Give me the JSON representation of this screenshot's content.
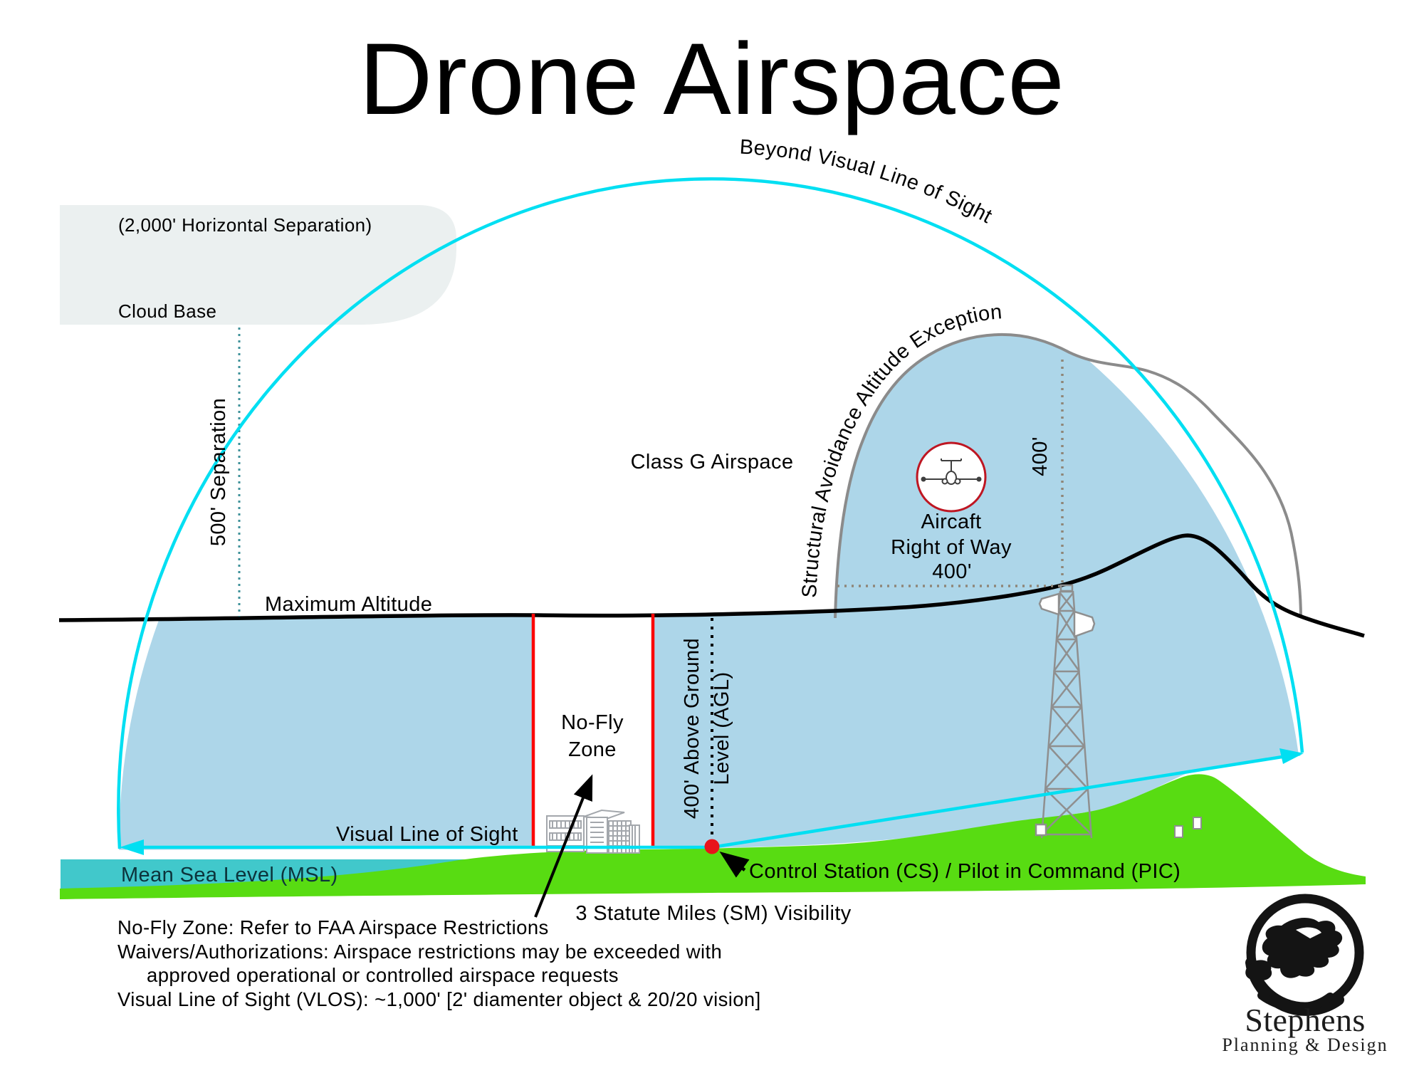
{
  "title": "Drone Airspace",
  "colors": {
    "airspace_blue": "#ADD6E9",
    "cyan_line": "#00DFF2",
    "terrain_green": "#58DC12",
    "sea_teal": "#41C8CB",
    "cloud_gray": "#EBF0F0",
    "arc_gray": "#8B8B8B",
    "no_fly_red": "#FB0707",
    "dot_red": "#E8141B",
    "aircraft_ring_red": "#BE1622",
    "text_black": "#000000"
  },
  "labels": {
    "horizontal_separation": "(2,000' Horizontal Separation)",
    "cloud_base": "Cloud Base",
    "separation_500": "500' Separation",
    "beyond_vlos": "Beyond Visual Line of Sight",
    "class_g": "Class G Airspace",
    "structural_exception": "Structural Avoidance Altitude Exception",
    "aircraft_line1": "Aircaft",
    "aircraft_line2": "Right of Way",
    "width_400": "400'",
    "height_400": "400'",
    "max_altitude": "Maximum Altitude",
    "no_fly_line1": "No-Fly",
    "no_fly_line2": "Zone",
    "agl_line1": "400' Above Ground",
    "agl_line2": "Level (AGL)",
    "vlos": "Visual Line of Sight",
    "msl": "Mean Sea Level (MSL)",
    "control_station": "Control Station (CS) / Pilot in Command (PIC)",
    "visibility": "3 Statute Miles (SM) Visibility"
  },
  "notes": [
    "No-Fly Zone: Refer to FAA Airspace Restrictions",
    "Waivers/Authorizations: Airspace restrictions may be exceeded with",
    "approved operational or controlled airspace requests",
    "Visual Line of Sight (VLOS): ~1,000' [2' diamenter object & 20/20 vision]"
  ],
  "logo": {
    "name": "Stephens",
    "tagline": "Planning & Design"
  }
}
